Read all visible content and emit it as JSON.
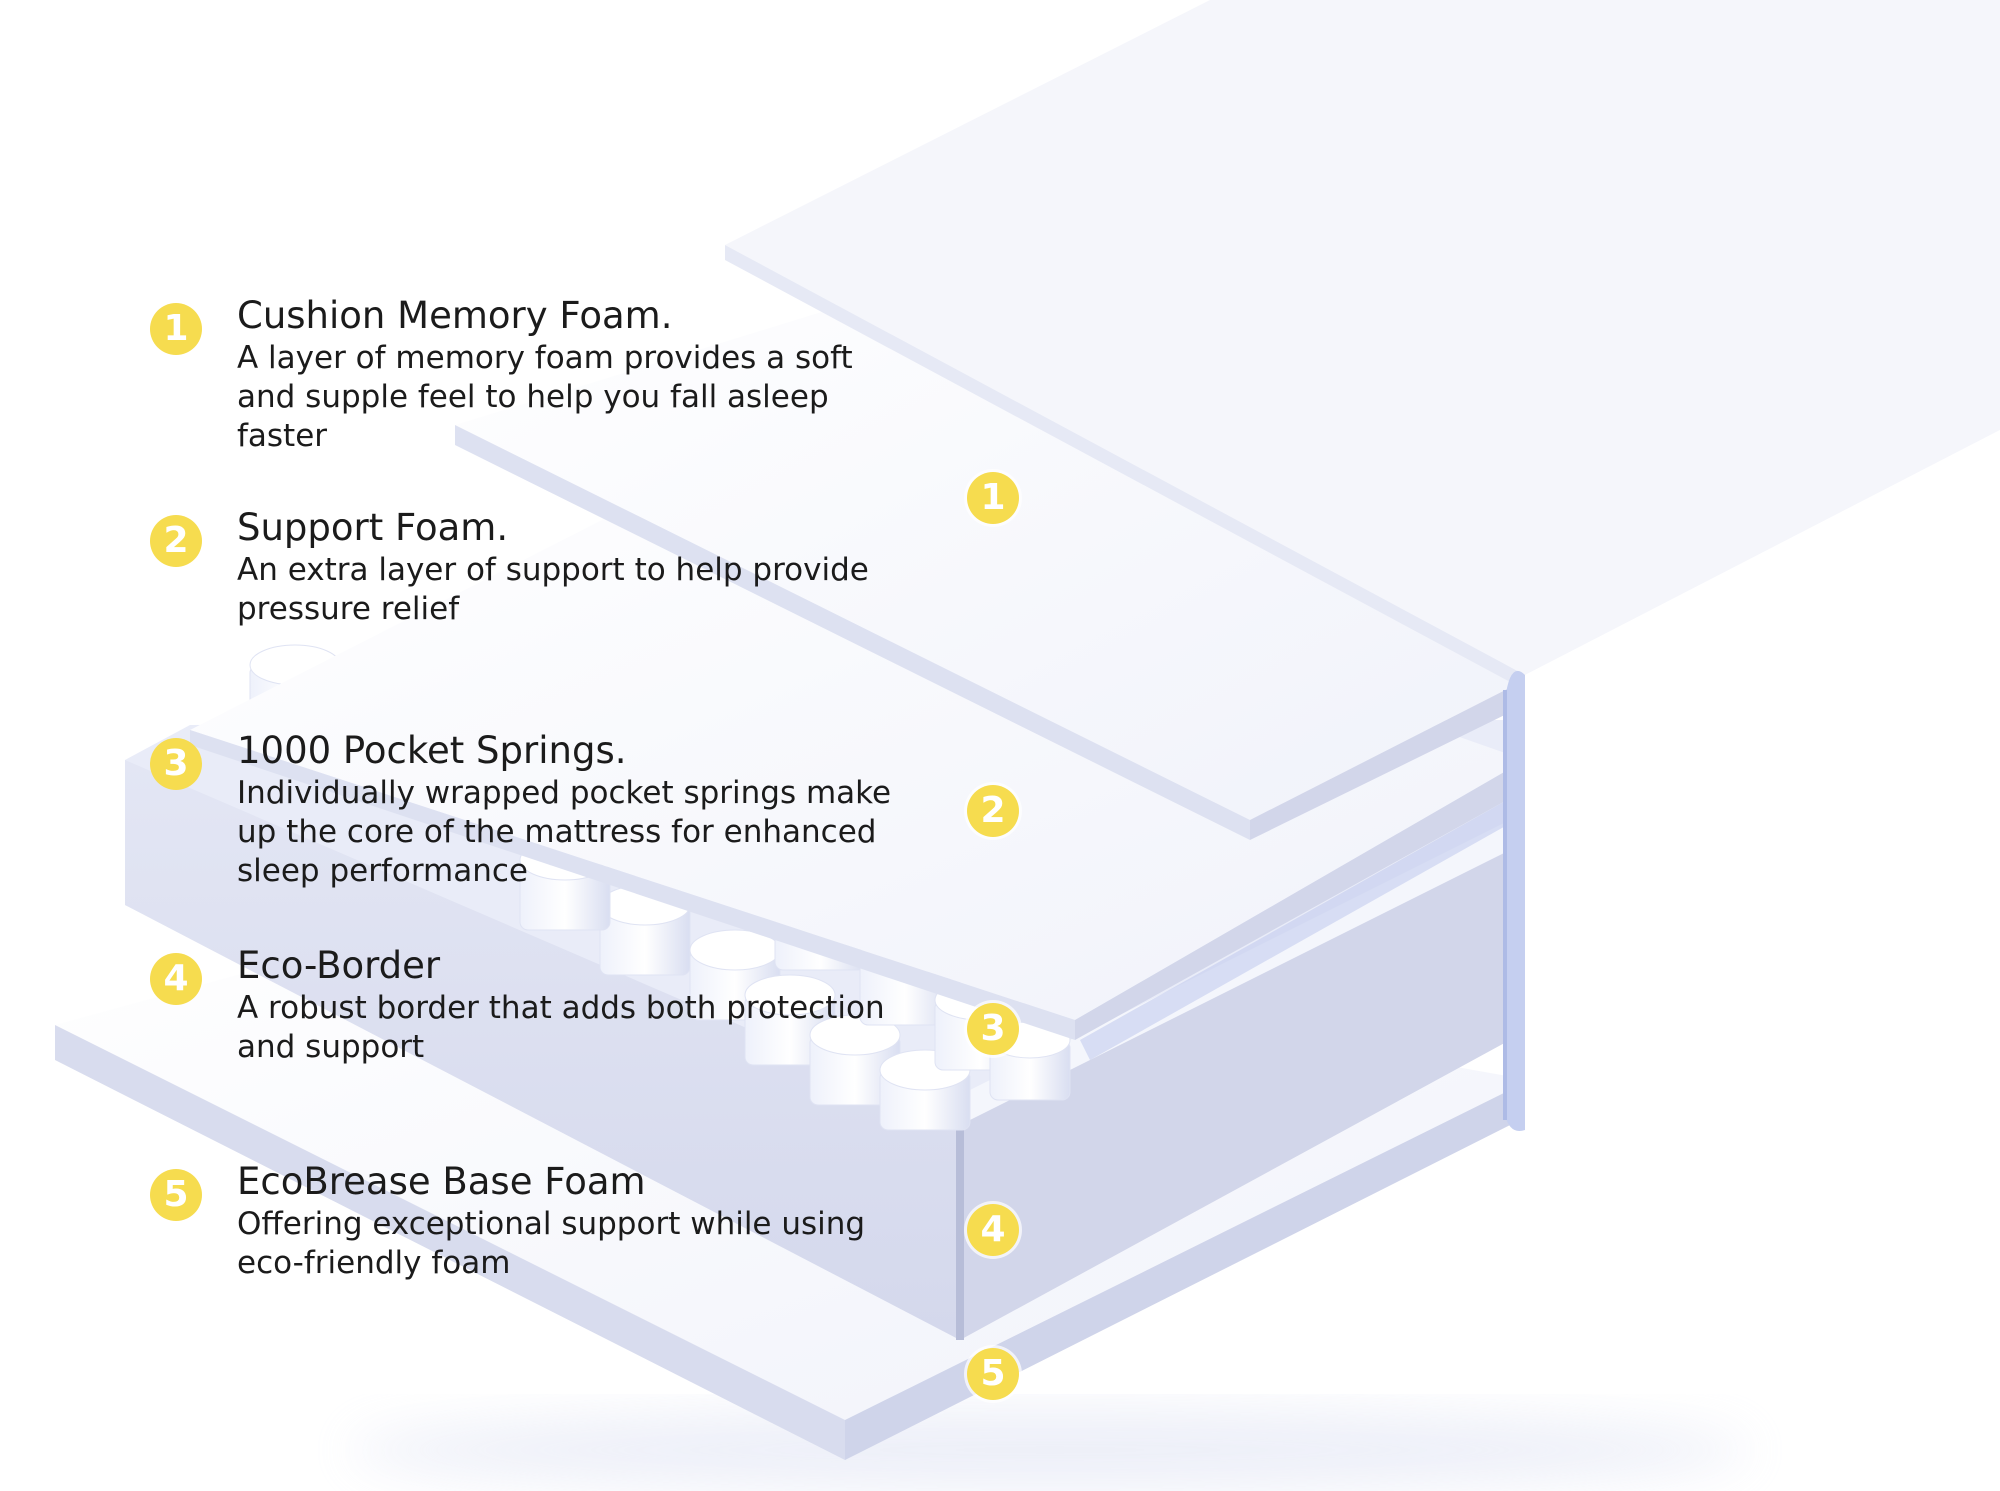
{
  "features": [
    {
      "num": "1",
      "title": "Cushion Memory Foam.",
      "desc": "A layer of memory foam provides a soft and supple feel to help you fall asleep faster"
    },
    {
      "num": "2",
      "title": "Support Foam.",
      "desc": "An extra layer of support to help provide pressure relief"
    },
    {
      "num": "3",
      "title": "1000 Pocket Springs.",
      "desc": "Individually wrapped pocket springs make up the core of the mattress for enhanced sleep performance"
    },
    {
      "num": "4",
      "title": "Eco-Border",
      "desc": "A robust border that adds both protection and support"
    },
    {
      "num": "5",
      "title": "EcoBrease Base Foam",
      "desc": "Offering exceptional support while using eco-friendly foam"
    }
  ],
  "markers": [
    "1",
    "2",
    "3",
    "4",
    "5"
  ],
  "colors": {
    "badge": "#f6dc4f",
    "text": "#1b1b1b",
    "foam": "#eef0fa",
    "spring": "#e4e8f6",
    "accent": "#c6d0ee"
  }
}
